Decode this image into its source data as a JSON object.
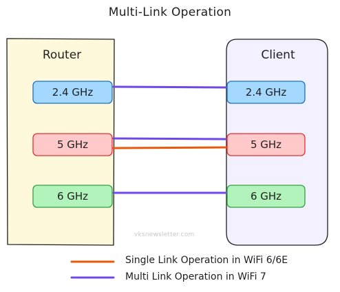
{
  "diagram": {
    "title": "Multi-Link Operation",
    "router": {
      "label": "Router"
    },
    "client": {
      "label": "Client"
    },
    "bands": [
      {
        "label": "2.4 GHz",
        "fill": "#a5d8ff",
        "stroke": "#1971c2"
      },
      {
        "label": "5 GHz",
        "fill": "#ffc9c9",
        "stroke": "#e03131"
      },
      {
        "label": "6 GHz",
        "fill": "#b2f2bb",
        "stroke": "#2f9e44"
      }
    ],
    "links": {
      "mlo_color": "#7048e8",
      "slo_color": "#e8590c"
    },
    "watermark": "vksnewsletter.com",
    "legend": [
      {
        "label": "Single Link Operation in WiFi 6/6E",
        "color": "#e8590c"
      },
      {
        "label": "Multi Link Operation in WiFi 7",
        "color": "#7048e8"
      }
    ],
    "colors": {
      "router_fill": "#fff9db",
      "client_fill": "#f3f0ff",
      "outline": "#1e1e1e"
    }
  }
}
